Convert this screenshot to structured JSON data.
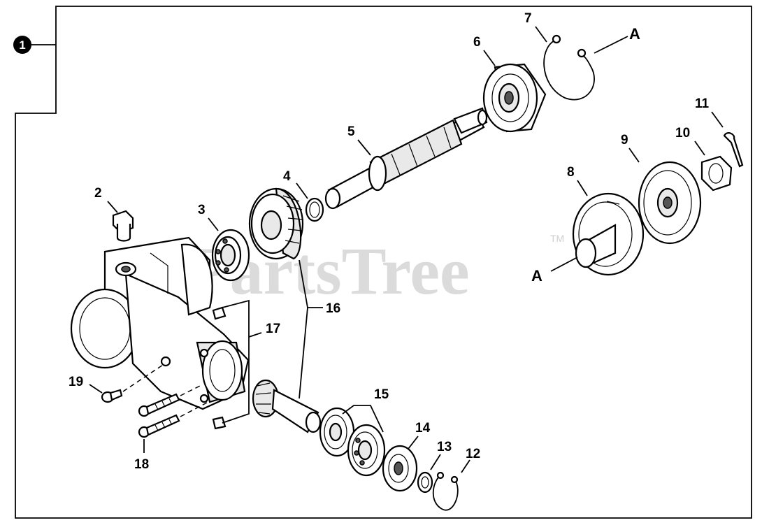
{
  "diagram": {
    "assembly_number": "1",
    "watermark": "PartsTree",
    "watermark_tm": "TM",
    "reference_letter": "A",
    "parts": [
      {
        "callout": "2"
      },
      {
        "callout": "3"
      },
      {
        "callout": "4"
      },
      {
        "callout": "5"
      },
      {
        "callout": "6"
      },
      {
        "callout": "7"
      },
      {
        "callout": "8"
      },
      {
        "callout": "9"
      },
      {
        "callout": "10"
      },
      {
        "callout": "11"
      },
      {
        "callout": "12"
      },
      {
        "callout": "13"
      },
      {
        "callout": "14"
      },
      {
        "callout": "15"
      },
      {
        "callout": "16"
      },
      {
        "callout": "17"
      },
      {
        "callout": "18"
      },
      {
        "callout": "19"
      }
    ]
  }
}
